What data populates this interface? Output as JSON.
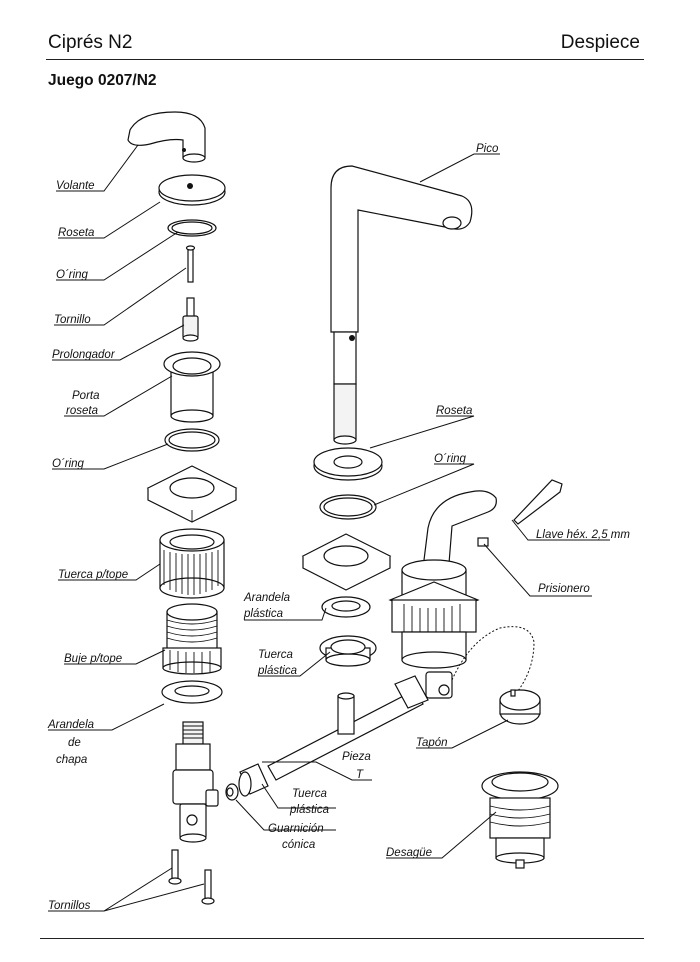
{
  "header": {
    "title": "Ciprés N2",
    "right_label": "Despiece",
    "subtitle": "Juego 0207/N2"
  },
  "labels": {
    "volante": "Volante",
    "roseta_left": "Roseta",
    "oring_1": "O´ring",
    "tornillo": "Tornillo",
    "prolongador": "Prolongador",
    "porta_roseta_1": "Porta",
    "porta_roseta_2": "roseta",
    "oring_2": "O´ring",
    "tuerca_tope": "Tuerca p/tope",
    "buje_tope": "Buje p/tope",
    "arandela_chapa_1": "Arandela",
    "arandela_chapa_2": "de",
    "arandela_chapa_3": "chapa",
    "tornillos": "Tornillos",
    "pico": "Pico",
    "roseta_right": "Roseta",
    "oring_right": "O´ring",
    "llave": "Llave héx. 2,5 mm",
    "prisionero": "Prisionero",
    "arandela_plastica_1": "Arandela",
    "arandela_plastica_2": "plástica",
    "tuerca_plastica_1a": "Tuerca",
    "tuerca_plastica_1b": "plástica",
    "pieza_t_1": "Pieza",
    "pieza_t_2": "T",
    "tuerca_plastica_2a": "Tuerca",
    "tuerca_plastica_2b": "plástica",
    "guarnicion_1": "Guarnición",
    "guarnicion_2": "cónica",
    "tapon": "Tapón",
    "desague": "Desagüe"
  }
}
